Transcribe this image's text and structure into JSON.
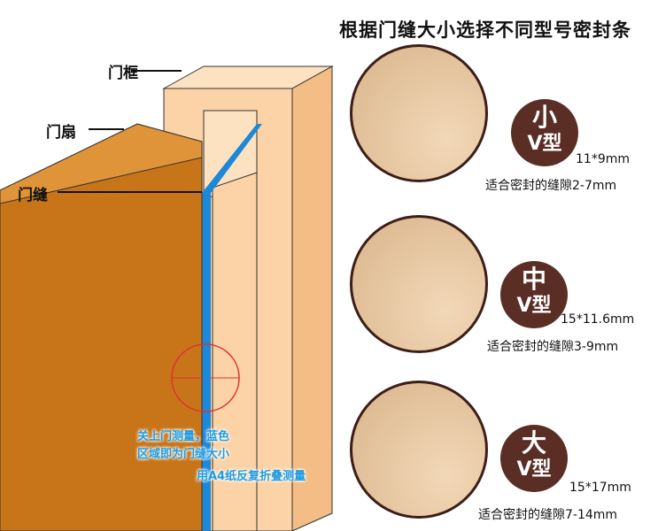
{
  "title": "根据门缝大小选择不同型号密封条",
  "labels": {
    "frame": "门框",
    "leaf": "门扇",
    "gap": "门缝"
  },
  "note": {
    "line1": "关上门测量，蓝色",
    "line2": "区域即为门缝大小",
    "line3": "用A4纸反复折叠测量"
  },
  "products": [
    {
      "size_char": "小",
      "type": "V型",
      "dims": "11*9mm",
      "fit": "适合密封的缝隙2-7mm"
    },
    {
      "size_char": "中",
      "type": "V型",
      "dims": "15*11.6mm",
      "fit": "适合密封的缝隙3-9mm"
    },
    {
      "size_char": "大",
      "type": "V型",
      "dims": "15*17mm",
      "fit": "适合密封的缝隙7-14mm"
    }
  ],
  "colors": {
    "frame": "#fbd3a6",
    "leaf": "#c8751a",
    "gap": "#1e88d8",
    "badge": "#5a2e24"
  }
}
